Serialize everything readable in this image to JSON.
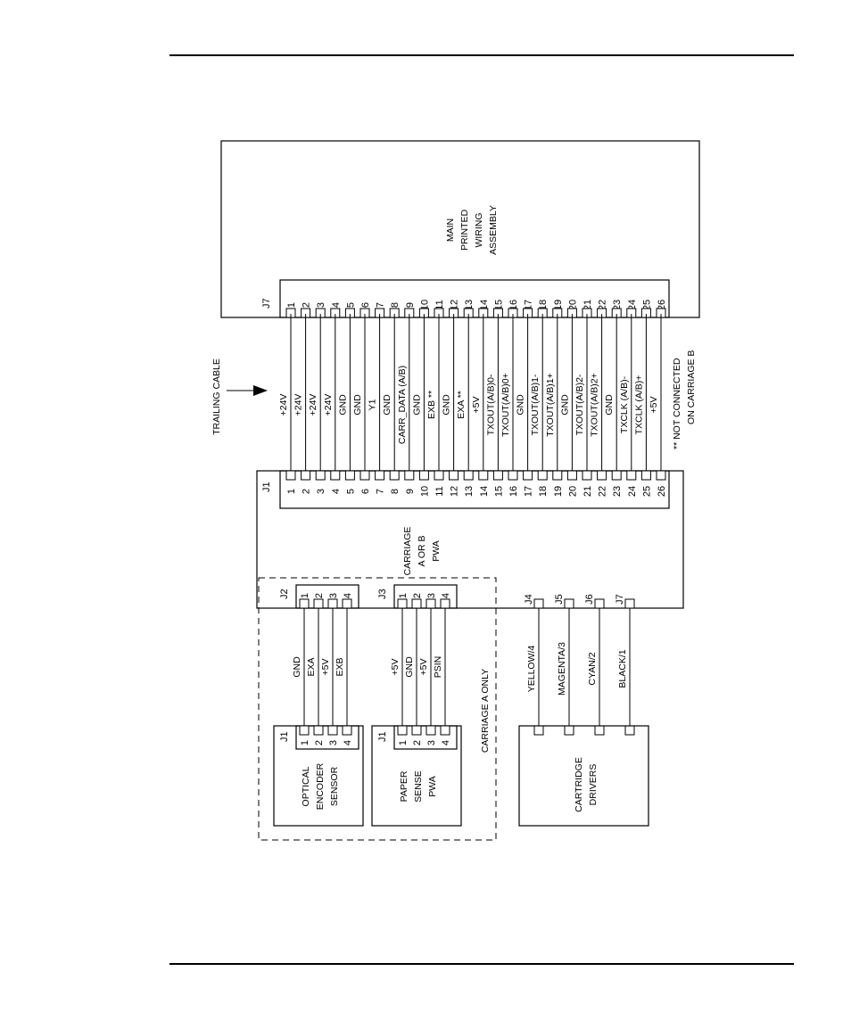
{
  "main_pwa": {
    "label": [
      "MAIN",
      "PRINTED",
      "WIRING",
      "ASSEMBLY"
    ],
    "connector": "J7"
  },
  "trailing_cable": {
    "label": "TRAILING CABLE"
  },
  "pins": [
    "1",
    "2",
    "3",
    "4",
    "5",
    "6",
    "7",
    "8",
    "9",
    "10",
    "11",
    "12",
    "13",
    "14",
    "15",
    "16",
    "17",
    "18",
    "19",
    "20",
    "21",
    "22",
    "23",
    "24",
    "25",
    "26"
  ],
  "signals": [
    "+24V",
    "+24V",
    "+24V",
    "+24V",
    "GND",
    "GND",
    "Y1",
    "GND",
    "CARR_DATA (A/B)",
    "GND",
    "EXB **",
    "GND",
    "EXA **",
    "+5V",
    "TXOUT(A/B)0-",
    "TXOUT(A/B)0+",
    "GND",
    "TXOUT(A/B)1-",
    "TXOUT(A/B)1+",
    "GND",
    "TXOUT(A/B)2-",
    "TXOUT(A/B)2+",
    "GND",
    "TXCLK (A/B)-",
    "TXCLK (A/B)+",
    "+5V"
  ],
  "footnote": [
    "** NOT CONNECTED",
    "ON CARRIAGE B"
  ],
  "carriage_pwa": {
    "label": [
      "CARRIAGE",
      "A OR B",
      "PWA"
    ],
    "connector": "J1"
  },
  "carriage_a_only": {
    "label": "CARRIAGE A ONLY"
  },
  "j2": {
    "name": "J2",
    "pins": [
      "1",
      "2",
      "3",
      "4"
    ],
    "signals": [
      "GND",
      "EXA",
      "+5V",
      "EXB"
    ]
  },
  "encoder": {
    "connector": "J1",
    "pins": [
      "1",
      "2",
      "3",
      "4"
    ],
    "label": [
      "OPTICAL",
      "ENCODER",
      "SENSOR"
    ]
  },
  "j3": {
    "name": "J3",
    "pins": [
      "1",
      "2",
      "3",
      "4"
    ],
    "signals": [
      "+5V",
      "GND",
      "+5V",
      "PSIN"
    ]
  },
  "paper_sense": {
    "connector": "J1",
    "pins": [
      "1",
      "2",
      "3",
      "4"
    ],
    "label": [
      "PAPER",
      "SENSE",
      "PWA"
    ]
  },
  "cartridge_connectors": [
    "J4",
    "J5",
    "J6",
    "J7"
  ],
  "cartridge_signals": [
    "YELLOW/4",
    "MAGENTA/3",
    "CYAN/2",
    "BLACK/1"
  ],
  "cartridge_drivers": {
    "label": [
      "CARTRIDGE",
      "DRIVERS"
    ]
  }
}
